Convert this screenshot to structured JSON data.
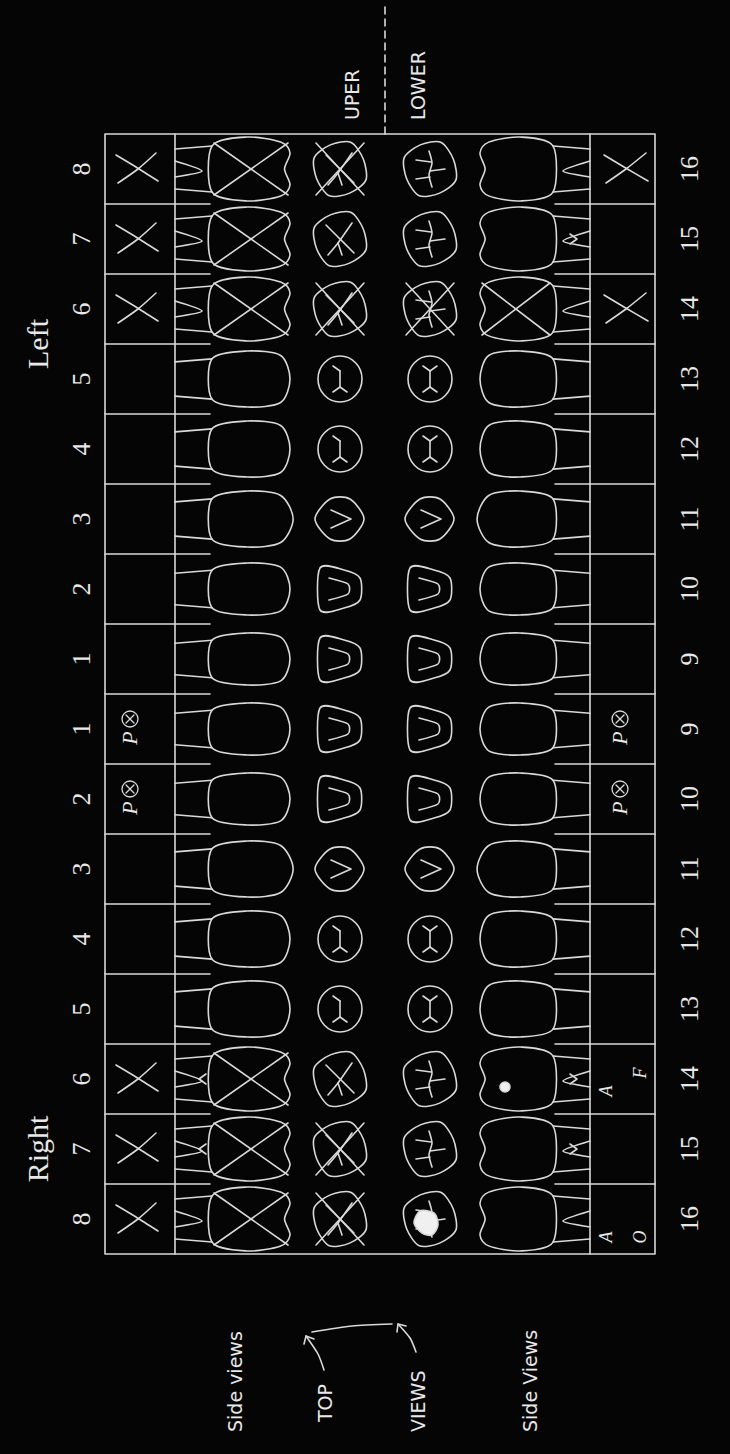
{
  "diagram": {
    "labels": [
      "Right",
      "Left",
      "8",
      "7",
      "6",
      "5",
      "4",
      "3",
      "2",
      "1",
      "1",
      "2",
      "3",
      "4",
      "5",
      "6",
      "7",
      "8",
      "Side views",
      "TOP",
      "VIEWS",
      "Side Views",
      "UPER",
      "LOWER",
      "16",
      "15",
      "14",
      "13",
      "12",
      "11",
      "10",
      "9",
      "9",
      "10",
      "11",
      "12",
      "13",
      "14",
      "15",
      "16",
      "P",
      "P",
      "P",
      "P",
      "A",
      "O",
      "A",
      "F"
    ]
  }
}
